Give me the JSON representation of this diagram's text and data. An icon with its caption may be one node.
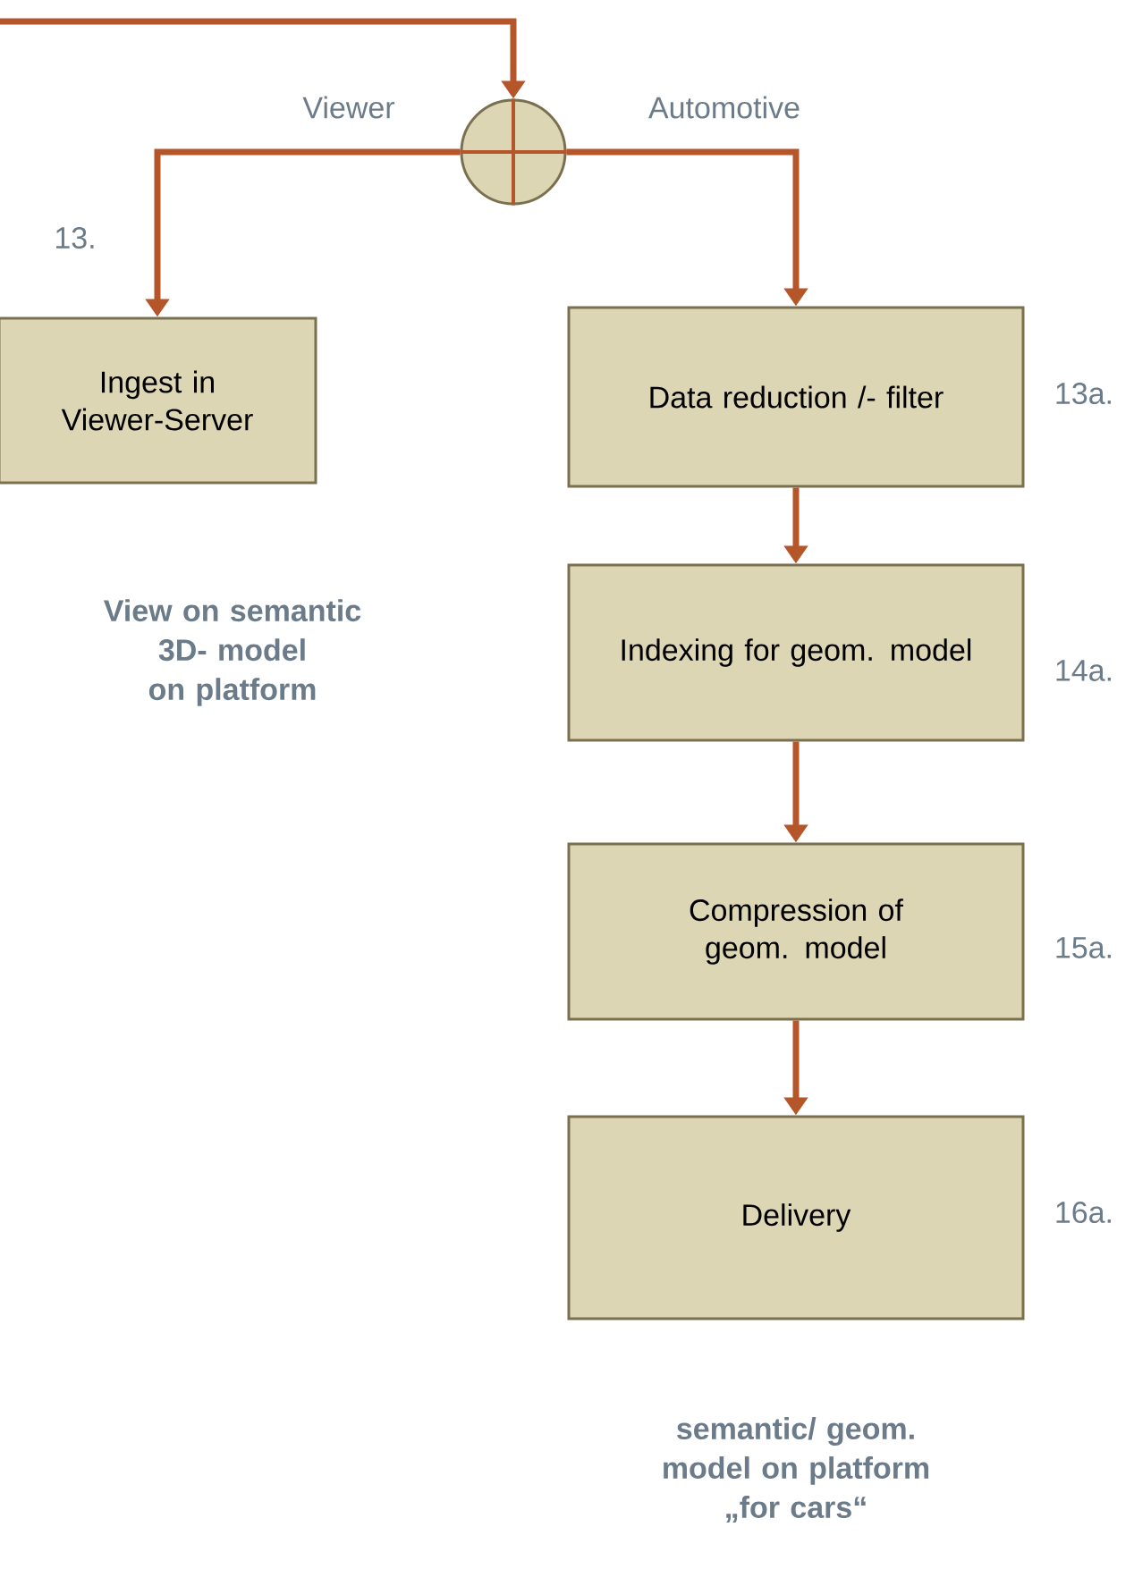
{
  "diagram": {
    "nodes": [
      {
        "text": [],
        "shape": "circle"
      },
      {
        "text": [
          "Ingest in Viewer-Server"
        ],
        "beside": [
          "View on semantic 3D- model on platform"
        ]
      },
      {
        "text": [
          "Data reduction /- filter"
        ]
      },
      {
        "text": [
          "Indexing for geom. model"
        ]
      },
      {
        "text": [
          "Compression of geom. model"
        ]
      },
      {
        "text": [
          "Delivery"
        ],
        "beside": [
          "semantic/ geom. model on platform „for cars“"
        ]
      }
    ],
    "edges": [
      {
        "from": null,
        "to": 0,
        "arrow": "to"
      },
      {
        "from": 0,
        "to": 1,
        "arrow": "to",
        "label": "Viewer"
      },
      {
        "from": 0,
        "to": 2,
        "arrow": "to",
        "label": "Automotive"
      },
      {
        "from": 2,
        "to": 3,
        "arrow": "to"
      },
      {
        "from": 3,
        "to": 4,
        "arrow": "to"
      },
      {
        "from": 4,
        "to": 5,
        "arrow": "to"
      }
    ],
    "labels": [
      "13.",
      "13a.",
      "14a.",
      "15a.",
      "16a."
    ]
  }
}
